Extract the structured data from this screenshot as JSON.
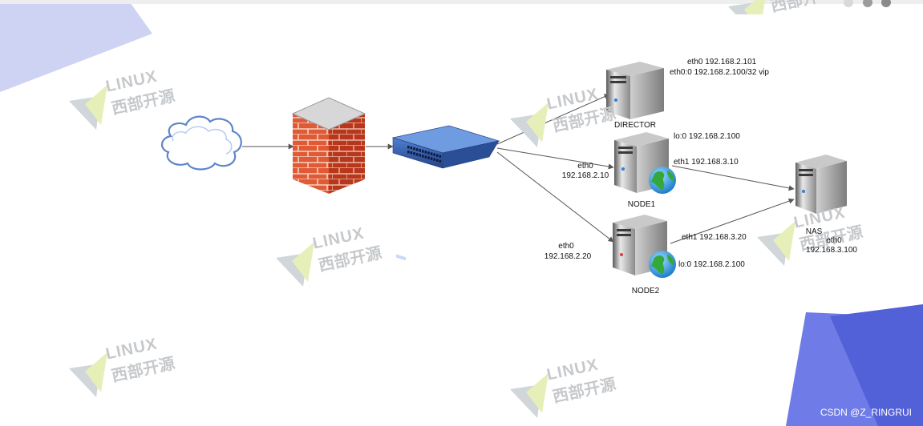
{
  "diagram": {
    "nodes": [
      {
        "id": "internet",
        "kind": "cloud",
        "label": ""
      },
      {
        "id": "firewall",
        "kind": "firewall",
        "label": ""
      },
      {
        "id": "switch",
        "kind": "switch",
        "label": ""
      },
      {
        "id": "director",
        "kind": "server",
        "label": "DIRECTOR"
      },
      {
        "id": "node1",
        "kind": "server",
        "label": "NODE1"
      },
      {
        "id": "node2",
        "kind": "server",
        "label": "NODE2"
      },
      {
        "id": "nas",
        "kind": "server",
        "label": "NAS"
      }
    ],
    "edges": [
      {
        "from": "internet",
        "to": "firewall"
      },
      {
        "from": "firewall",
        "to": "switch"
      },
      {
        "from": "switch",
        "to": "director"
      },
      {
        "from": "switch",
        "to": "node1"
      },
      {
        "from": "switch",
        "to": "node2"
      },
      {
        "from": "node1",
        "to": "nas"
      },
      {
        "from": "node2",
        "to": "nas"
      }
    ],
    "annotations": {
      "director_eth0": "eth0 192.168.2.101",
      "director_vip": "eth0:0 192.168.2.100/32   vip",
      "node1_lo": "lo:0 192.168.2.100",
      "node1_eth0_name": "eth0",
      "node1_eth0_ip": "192.168.2.10",
      "node1_eth1": "eth1 192.168.3.10",
      "node2_eth0_name": "eth0",
      "node2_eth0_ip": "192.168.2.20",
      "node2_eth1": "eth1 192.168.3.20",
      "node2_lo": "lo:0 192.168.2.100",
      "nas_eth0_name": "eth0",
      "nas_eth0_ip": "192.168.3.100"
    }
  },
  "watermark": {
    "line1": "LINUX",
    "line2": "西部开源"
  },
  "credit": "CSDN @Z_RINGRUI",
  "colors": {
    "accent": "#7b86e8",
    "line": "#555555",
    "firewall_brick": "#d94a2b",
    "switch": "#2f5aa8"
  }
}
